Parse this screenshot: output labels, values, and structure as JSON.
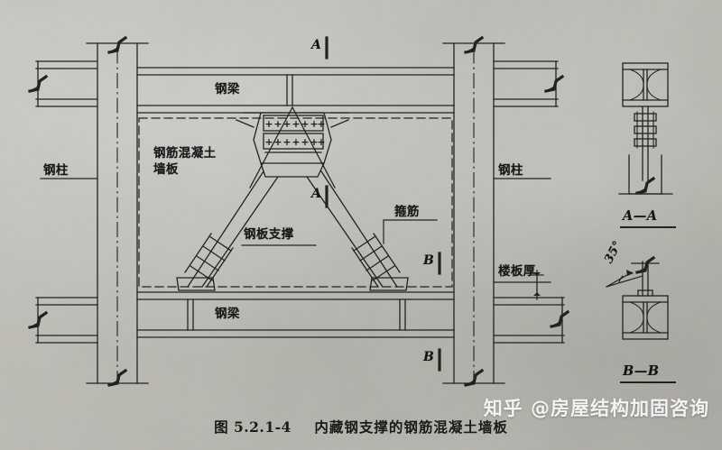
{
  "figure": {
    "caption_number": "图 5.2.1-4",
    "caption_title": "内藏钢支撑的钢筋混凝土墙板",
    "watermark": "知乎 @房屋结构加固咨询"
  },
  "labels": {
    "steel_column_left": "钢柱",
    "steel_column_right": "钢柱",
    "steel_beam_top": "钢梁",
    "steel_beam_bottom": "钢梁",
    "rc_wall_panel_line1": "钢筋混凝土",
    "rc_wall_panel_line2": "墙板",
    "steel_plate_brace": "钢板支撑",
    "stirrup": "箍筋",
    "slab_thickness": "楼板厚"
  },
  "section_marks": {
    "a_top": "A",
    "a_middle": "A",
    "b_right": "B",
    "b_bottom": "B"
  },
  "details": {
    "section_a_title": "A—A",
    "section_b_title": "B—B",
    "brace_angle": "35°"
  },
  "bolt_marks": {
    "symbol": "+",
    "row_one_count": 7,
    "row_two_count": 7
  },
  "colors": {
    "line": "#1a1a1a",
    "paper_light": "#c2c0b9",
    "paper_dark": "#b2b0a9",
    "text": "#161616"
  }
}
